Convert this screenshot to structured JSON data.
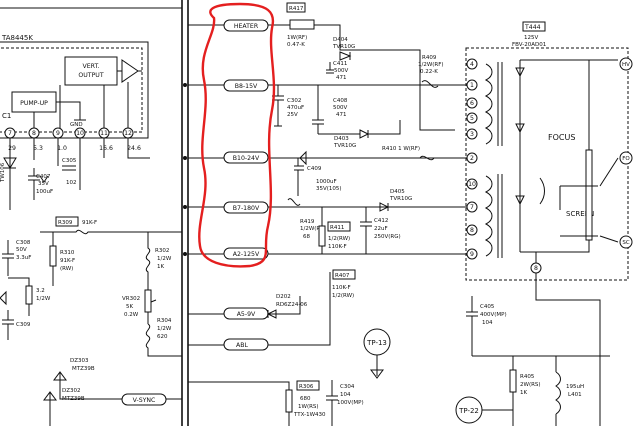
{
  "colors": {
    "annotation": "#e41f1f",
    "ink": "#111111"
  },
  "ic": {
    "part": "TA8445K",
    "blocks": {
      "vert_output": [
        "VERT.",
        "OUTPUT"
      ],
      "pump_up": "PUMP-UP",
      "gnd": "GND"
    },
    "pins": [
      "7",
      "8",
      "9",
      "10",
      "11",
      "12"
    ],
    "pin_volts": [
      "29",
      "5.3",
      "1.0",
      "16.6",
      "24.6"
    ],
    "ic1": "C1"
  },
  "rails": {
    "heater": "HEATER",
    "b8": "B8-15V",
    "b10": "B10-24V",
    "b7": "B7-180V",
    "a2": "A2-125V",
    "a5": "A5-9V",
    "abl": "ABL",
    "vsync": "V-SYNC"
  },
  "parts": {
    "r417": {
      "ref": "R417",
      "lines": [
        "1W(RF)",
        "0.47-K"
      ]
    },
    "d404": {
      "lines": [
        "D404",
        "TVR10G"
      ]
    },
    "c411": {
      "lines": [
        "C411",
        "500V",
        "471"
      ]
    },
    "r409": {
      "lines": [
        "R409",
        "1/2W(RF)",
        "0.22-K"
      ]
    },
    "c302": {
      "lines": [
        "C302",
        "470uF",
        "25V"
      ]
    },
    "c408": {
      "lines": [
        "C408",
        "500V",
        "471"
      ]
    },
    "d403": {
      "lines": [
        "D403",
        "TVR10G"
      ]
    },
    "r410": {
      "text": "R410  1 W(RF)"
    },
    "c409": {
      "lines": [
        "C409",
        "1000uF",
        "35V(105)"
      ]
    },
    "d405": {
      "lines": [
        "D405",
        "TVR10G"
      ]
    },
    "r419": {
      "lines": [
        "R419",
        "1/2W(RF)",
        "68"
      ]
    },
    "r411": {
      "ref": "R411",
      "lines": [
        "1/2(RW)",
        "110K-F"
      ]
    },
    "c412": {
      "lines": [
        "C412",
        "22uF",
        "250V(RG)"
      ]
    },
    "r407": {
      "ref": "R407",
      "lines": [
        "110K-F",
        "1/2(RW)"
      ]
    },
    "d202": {
      "lines": [
        "D202",
        "RD6Z24-06"
      ]
    },
    "r302": {
      "lines": [
        "R302",
        "1/2W",
        "1K"
      ]
    },
    "vr302": {
      "lines": [
        "VR302",
        "5K",
        "0.2W"
      ]
    },
    "r304": {
      "lines": [
        "R304",
        "1/2W",
        "620"
      ]
    },
    "r309": {
      "ref": "R309",
      "value": "91K-F"
    },
    "c308": {
      "lines": [
        "C308",
        "50V",
        "3.3uF"
      ]
    },
    "r310": {
      "lines": [
        "R310",
        "91K-F",
        "(RW)"
      ]
    },
    "r3xx": {
      "lines": [
        "3.2",
        "1/2W"
      ]
    },
    "c309": {
      "text": "C309"
    },
    "c305": {
      "lines": [
        "C305",
        "102"
      ]
    },
    "c407": {
      "lines": [
        "C407",
        "35V",
        "100uF"
      ]
    },
    "tw": {
      "text": "TW106"
    },
    "dz303": {
      "lines": [
        "DZ303",
        "MTZ39B"
      ]
    },
    "dz302": {
      "lines": [
        "DZ302",
        "MTZ39B"
      ]
    },
    "r306": {
      "ref": "R306",
      "lines": [
        "680",
        "1W(RS)",
        "TTX-1W430"
      ]
    },
    "c304": {
      "lines": [
        "C304",
        "104",
        "100V(MP)"
      ]
    },
    "c405": {
      "lines": [
        "C405",
        "400V(MP)",
        "104"
      ]
    },
    "r405": {
      "lines": [
        "R405",
        "2W(RS)",
        "1K"
      ]
    },
    "l401": {
      "lines": [
        "195uH",
        "L401"
      ]
    }
  },
  "flyback": {
    "ref": "T444",
    "lines": [
      "125V",
      "FBV-20AD01"
    ],
    "pins_left": [
      "4",
      "1",
      "6",
      "5",
      "3",
      "2",
      "10",
      "7",
      "8",
      "9"
    ],
    "focus": "FOCUS",
    "screen": "SCREEN",
    "right_terms": [
      "HV",
      "FO",
      "SC"
    ],
    "bottom_pin": "8"
  },
  "test_points": [
    "TP-13",
    "TP-22"
  ]
}
